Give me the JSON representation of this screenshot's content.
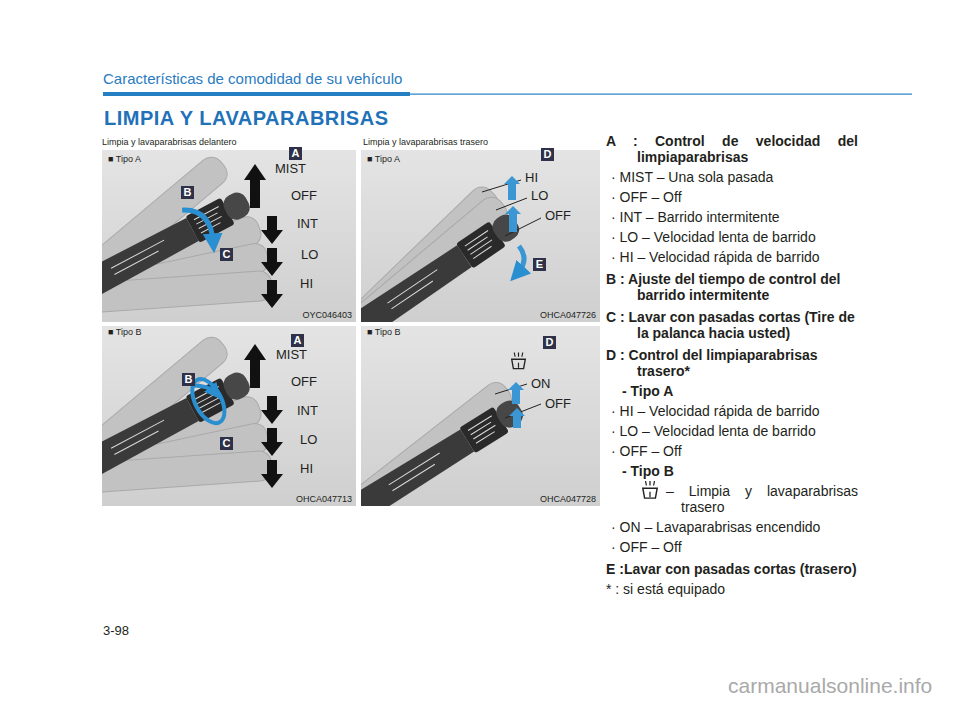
{
  "diagram": {
    "title": "LIMPIA Y LAVAPARABRISAS",
    "nodes": [
      {
        "text": [
          "Limpia y lavaparabrisas delantero",
          "■ Tipo A",
          "MIST",
          "OFF",
          "INT",
          "LO",
          "HI",
          "OYC046403"
        ]
      },
      {
        "text": [
          "A"
        ],
        "in": 0
      },
      {
        "text": [
          "B"
        ],
        "in": 0
      },
      {
        "text": [
          "C"
        ],
        "in": 0
      },
      {
        "text": [
          "■ Tipo B",
          "MIST",
          "OFF",
          "INT",
          "LO",
          "HI",
          "OHCA047713"
        ]
      },
      {
        "text": [
          "A"
        ],
        "in": 4
      },
      {
        "text": [
          "B"
        ],
        "in": 4
      },
      {
        "text": [
          "C"
        ],
        "in": 4
      },
      {
        "text": [
          "Limpia y lavaparabrisas trasero",
          "■ Tipo A",
          "HI",
          "LO",
          "OFF",
          "OHCA047726"
        ]
      },
      {
        "text": [
          "D"
        ],
        "in": 8
      },
      {
        "text": [
          "E"
        ],
        "in": 8
      },
      {
        "text": [
          "■ Tipo B",
          "ON",
          "OFF",
          "OHCA047728"
        ]
      },
      {
        "text": [
          "D"
        ],
        "in": 11
      }
    ],
    "labels": [
      "Características de comodidad de su vehículo",
      "A : Control de velocidad del limpiaparabrisas",
      "· MIST – Una sola pasada",
      "· OFF – Off",
      "· INT – Barrido intermitente",
      "· LO – Velocidad lenta de barrido",
      "· HI – Velocidad rápida de barrido",
      "B : Ajuste del tiempo de control del barrido intermitente",
      "C : Lavar con pasadas cortas (Tire de la palanca hacia usted)",
      "D : Control del limpiaparabrisas trasero*",
      "- Tipo A",
      "· HI – Velocidad rápida de barrido",
      "· LO – Velocidad lenta de barrido",
      "· OFF – Off",
      "- Tipo B",
      "– Limpia y lavaparabrisas trasero",
      "· ON – Lavaparabrisas encendido",
      "· OFF – Off",
      "E :Lavar con pasadas cortas (trasero)",
      "* : si está equipado",
      "3-98",
      "carmanualsonline.info"
    ]
  }
}
